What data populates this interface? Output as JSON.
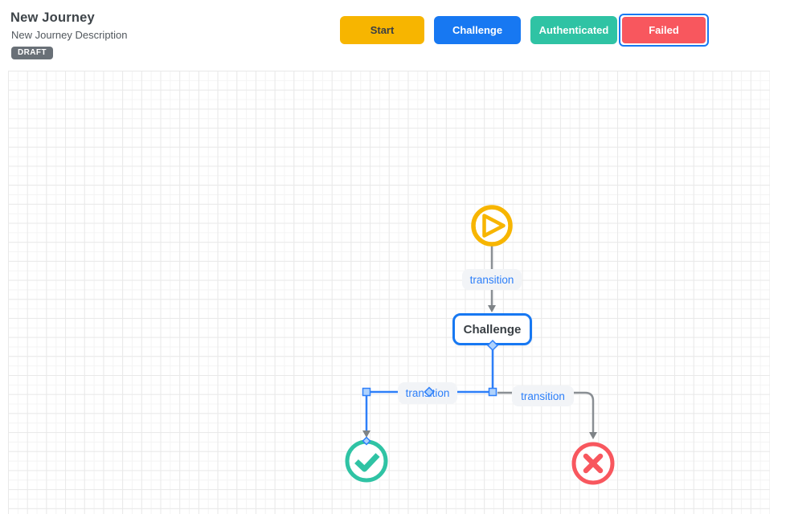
{
  "header": {
    "title": "New Journey",
    "description": "New Journey Description",
    "status_badge": "DRAFT"
  },
  "toolbar": {
    "buttons": [
      {
        "label": "Start",
        "color": "#f7b500",
        "text_color": "#3a3f44",
        "selected": false
      },
      {
        "label": "Challenge",
        "color": "#1778f2",
        "text_color": "#ffffff",
        "selected": false
      },
      {
        "label": "Authenticated",
        "color": "#2fc3a4",
        "text_color": "#ffffff",
        "selected": false
      },
      {
        "label": "Failed",
        "color": "#f8575e",
        "text_color": "#ffffff",
        "selected": true,
        "outline_color": "#1778f2"
      }
    ]
  },
  "canvas": {
    "nodes": [
      {
        "id": "start",
        "type": "start",
        "icon": "play-icon",
        "color": "#f7b500",
        "selected": false
      },
      {
        "id": "challenge",
        "type": "state",
        "label": "Challenge",
        "color": "#1778f2",
        "selected": true
      },
      {
        "id": "authenticated",
        "type": "success",
        "icon": "check-icon",
        "color": "#2fc3a4",
        "selected": false
      },
      {
        "id": "failed",
        "type": "failure",
        "icon": "x-icon",
        "color": "#f8575e",
        "selected": false
      }
    ],
    "edges": [
      {
        "from": "start",
        "to": "challenge",
        "label": "transition",
        "selected": false
      },
      {
        "from": "challenge",
        "to": "authenticated",
        "label": "transition",
        "selected": true
      },
      {
        "from": "challenge",
        "to": "failed",
        "label": "transition",
        "selected": false
      }
    ],
    "colors": {
      "edge_default": "#8a8f94",
      "edge_selected": "#2d7ff9",
      "edge_label_text": "#2d7ff9",
      "edge_label_bg": "#f2f4f7",
      "handle_fill": "#afd2fc",
      "handle_stroke": "#2d7ff9",
      "grid_line": "#e9e9e9"
    }
  }
}
